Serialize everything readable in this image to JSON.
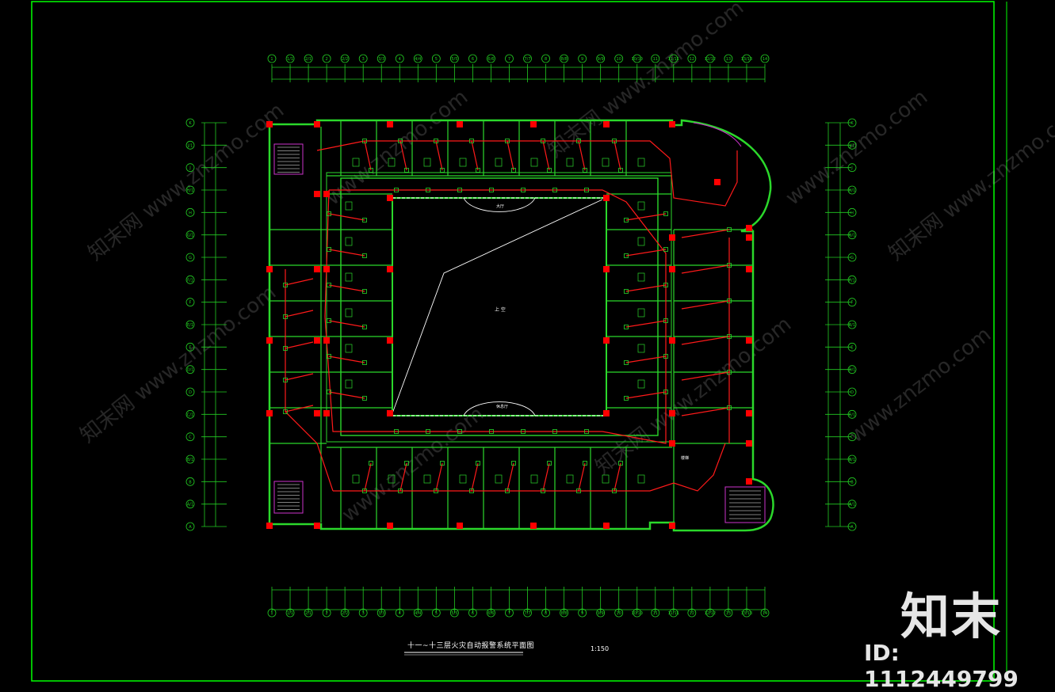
{
  "drawing": {
    "title": "十一~十三层火灾自动报警系统平面图",
    "scale": "1:150",
    "courtyard_label": "上 空",
    "upper_bay_label": "大厅",
    "lower_bay_label": "休息厅",
    "stair_label": "楼梯"
  },
  "watermarks": {
    "site": "www.znzmo.com",
    "brand_cn": "知末网"
  },
  "brand": {
    "logo_text": "知末",
    "id_text": "ID: 1112449799"
  },
  "top_axis_labels": [
    "1",
    "1/1",
    "2/1",
    "2",
    "2/2",
    "3",
    "3/3",
    "4",
    "4/4",
    "5",
    "5/5",
    "6",
    "6/6",
    "7",
    "7/7",
    "8",
    "8/8",
    "9",
    "9/9",
    "10",
    "10/10",
    "11",
    "11/11",
    "12",
    "12/12",
    "13",
    "13/13",
    "14"
  ],
  "side_axis_labels": [
    "A",
    "A/1",
    "B",
    "B/1",
    "C",
    "C/1",
    "D",
    "D/1",
    "E",
    "E/1",
    "F",
    "F/1",
    "G",
    "G/1",
    "H",
    "H/1",
    "J",
    "J/1",
    "K"
  ],
  "colors": {
    "background": "#000000",
    "wall": "#2bd82b",
    "frame": "#00ff00",
    "alarm": "#ff1a1a",
    "device": "#ff0000",
    "dim": "#22cc22",
    "stair": "#cc33cc",
    "text": "#ffffff"
  }
}
